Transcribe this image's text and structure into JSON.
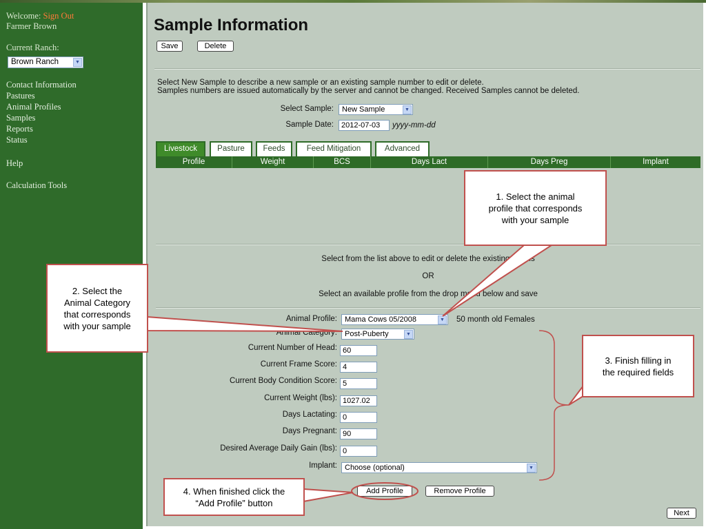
{
  "sidebar": {
    "welcome": "Welcome:",
    "sign_out": "Sign Out",
    "user": "Farmer Brown",
    "current_ranch_label": "Current Ranch:",
    "ranch_value": "Brown Ranch",
    "links": [
      "Contact Information",
      "Pastures",
      "Animal Profiles",
      "Samples",
      "Reports",
      "Status"
    ],
    "help": "Help",
    "calc_tools": "Calculation Tools"
  },
  "page": {
    "title": "Sample Information",
    "save_label": "Save",
    "delete_label": "Delete",
    "info_line1": "Select New Sample to describe a new sample or an existing sample number to edit or delete.",
    "info_line2": "Samples numbers are issued automatically by the server and cannot be changed. Received Samples cannot be deleted.",
    "select_sample_label": "Select Sample:",
    "select_sample_value": "New Sample",
    "sample_date_label": "Sample Date:",
    "sample_date_value": "2012-07-03",
    "sample_date_hint": "yyyy-mm-dd"
  },
  "tabs": [
    "Livestock",
    "Pasture",
    "Feeds",
    "Feed Mitigation",
    "Advanced"
  ],
  "table_headers": [
    "Profile",
    "Weight",
    "BCS",
    "Days Lact",
    "Days Preg",
    "Implant"
  ],
  "instructions": {
    "line1": "Select from the list above to edit or delete the existing details",
    "or": "OR",
    "line2": "Select an available profile from the drop menu below and save"
  },
  "form": {
    "animal_profile_label": "Animal Profile:",
    "animal_profile_value": "Mama Cows 05/2008",
    "animal_profile_note": "50 month old Females",
    "animal_category_label": "Animal Category:",
    "animal_category_value": "Post-Puberty",
    "head_label": "Current Number of Head:",
    "head_value": "60",
    "frame_label": "Current Frame Score:",
    "frame_value": "4",
    "bcs_label": "Current Body Condition Score:",
    "bcs_value": "5",
    "weight_label": "Current Weight (lbs):",
    "weight_value": "1027.02",
    "lact_label": "Days Lactating:",
    "lact_value": "0",
    "preg_label": "Days Pregnant:",
    "preg_value": "90",
    "adg_label": "Desired Average Daily Gain (lbs):",
    "adg_value": "0",
    "implant_label": "Implant:",
    "implant_value": "Choose (optional)",
    "add_profile_label": "Add Profile",
    "remove_profile_label": "Remove Profile",
    "next_label": "Next"
  },
  "callouts": {
    "c1": "1.  Select the animal\nprofile that corresponds\nwith your sample",
    "c2": "2.  Select the\nAnimal Category\nthat corresponds\nwith your sample",
    "c3": "3.  Finish filling in\nthe required fields",
    "c4": "4.  When finished click the\n“Add Profile” button"
  },
  "colors": {
    "sidebar_bg": "#2f6b2a",
    "main_bg": "#bfcbbf",
    "tab_active": "#3f8b2a",
    "header_bg": "#2e6b27",
    "callout_border": "#c0504d",
    "sign_out": "#ff7a3a"
  }
}
